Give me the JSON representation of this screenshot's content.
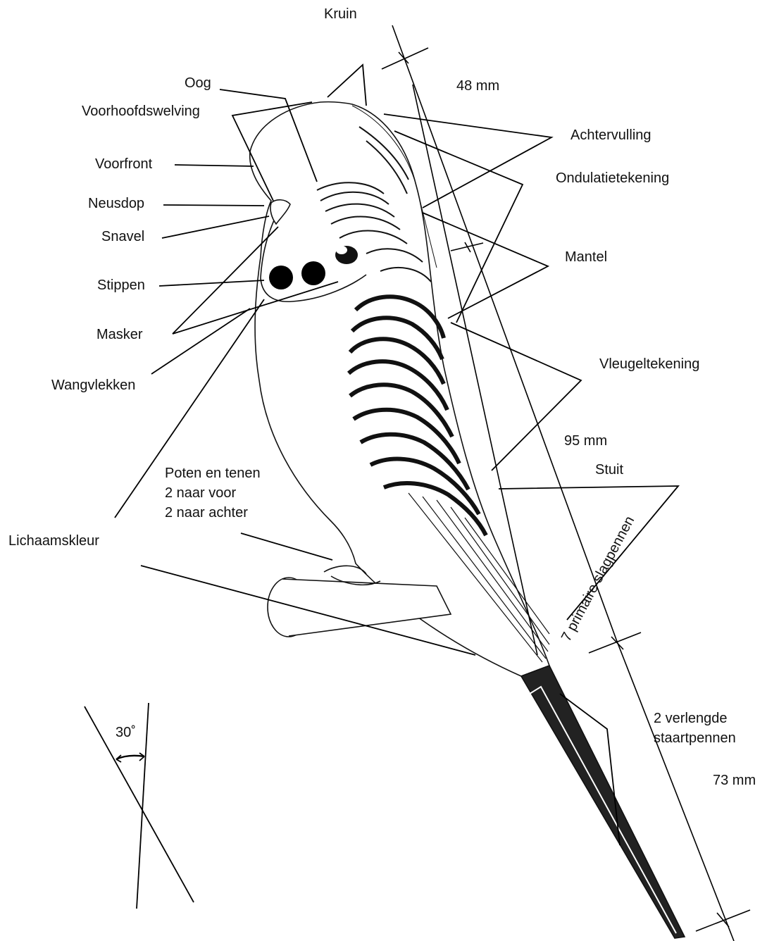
{
  "labels": {
    "kruin": "Kruin",
    "oog": "Oog",
    "voorhoofdswelving": "Voorhoofdswelving",
    "voorfront": "Voorfront",
    "neusdop": "Neusdop",
    "snavel": "Snavel",
    "stippen": "Stippen",
    "masker": "Masker",
    "wangvlekken": "Wangvlekken",
    "lichaamskleur": "Lichaamskleur",
    "poten_line1": "Poten en tenen",
    "poten_line2": "2 naar voor",
    "poten_line3": "2 naar achter",
    "achtervulling": "Achtervulling",
    "ondulatietekening": "Ondulatietekening",
    "mantel": "Mantel",
    "vleugeltekening": "Vleugeltekening",
    "stuit": "Stuit",
    "slagpennen": "7 primaire slagpennen",
    "staart_line1": "2 verlengde",
    "staart_line2": "staartpennen"
  },
  "measurements": {
    "head": "48 mm",
    "body": "95 mm",
    "tail": "73 mm"
  },
  "angle": "30˚"
}
